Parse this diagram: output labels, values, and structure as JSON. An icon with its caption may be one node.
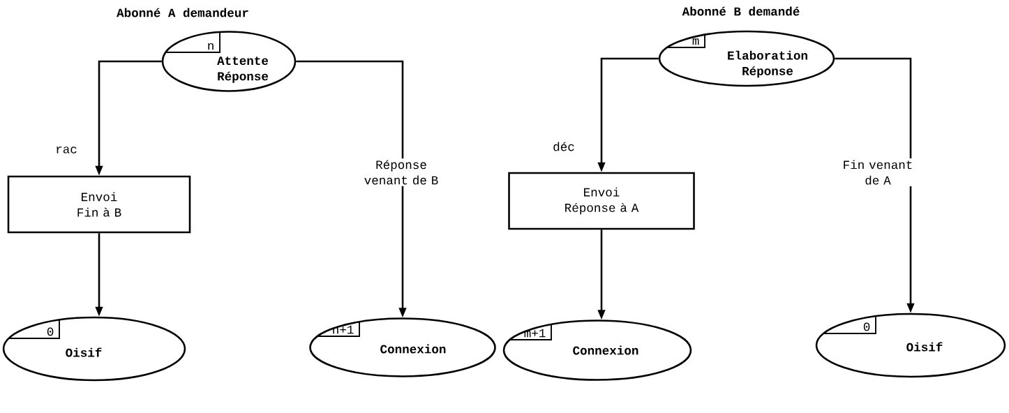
{
  "diagram": {
    "nodes": [
      {
        "text": [
          "n",
          "Attente Réponse"
        ]
      },
      {
        "text": [
          "Envoi Fin à B"
        ]
      },
      {
        "text": [
          "0",
          "Oisif"
        ]
      },
      {
        "text": [
          "n+1",
          "Connexion"
        ]
      },
      {
        "text": [
          "m",
          "Elaboration Réponse"
        ]
      },
      {
        "text": [
          "Envoi Réponse à A"
        ]
      },
      {
        "text": [
          "m+1",
          "Connexion"
        ]
      },
      {
        "text": [
          "0",
          "Oisif"
        ]
      }
    ],
    "edges": [
      {
        "from": 0,
        "to": 1,
        "arrow": "to",
        "label": "rac"
      },
      {
        "from": 1,
        "to": 2,
        "arrow": "to"
      },
      {
        "from": 0,
        "to": 3,
        "arrow": "to",
        "label": "Réponse venant de B"
      },
      {
        "from": 4,
        "to": 5,
        "arrow": "to",
        "label": "déc"
      },
      {
        "from": 5,
        "to": 6,
        "arrow": "to"
      },
      {
        "from": 4,
        "to": 7,
        "arrow": "to",
        "label": "Fin venant de A"
      }
    ],
    "labels": [
      "Abonné A demandeur",
      "Abonné B demandé"
    ]
  }
}
